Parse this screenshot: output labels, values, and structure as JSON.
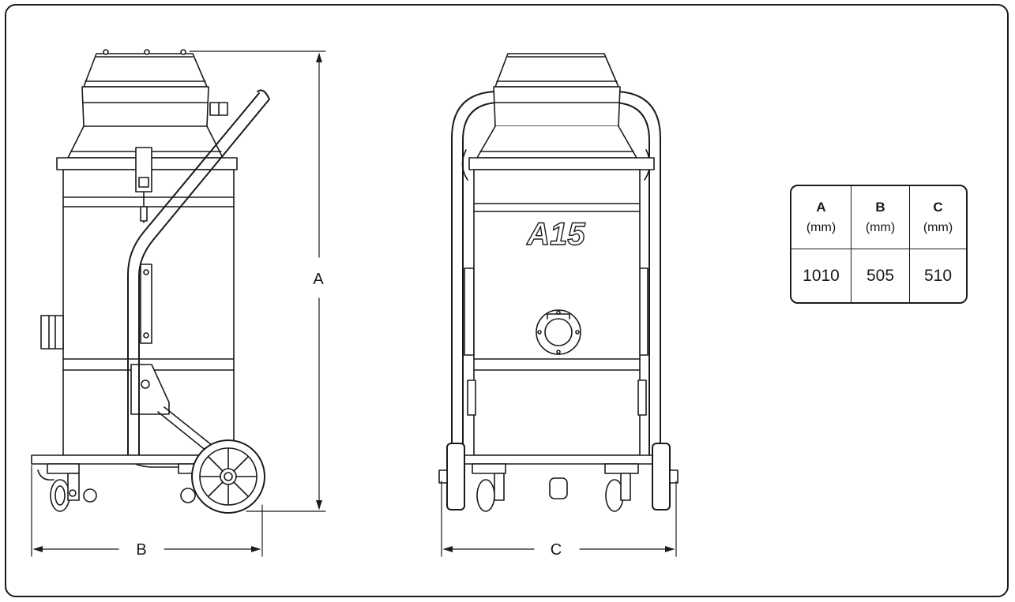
{
  "dimension_labels": {
    "height": "A",
    "side_width": "B",
    "front_width": "C"
  },
  "model_name": "A15",
  "dimensions_table": {
    "columns": [
      {
        "letter": "A",
        "unit": "(mm)",
        "value": "1010"
      },
      {
        "letter": "B",
        "unit": "(mm)",
        "value": "505"
      },
      {
        "letter": "C",
        "unit": "(mm)",
        "value": "510"
      }
    ]
  }
}
